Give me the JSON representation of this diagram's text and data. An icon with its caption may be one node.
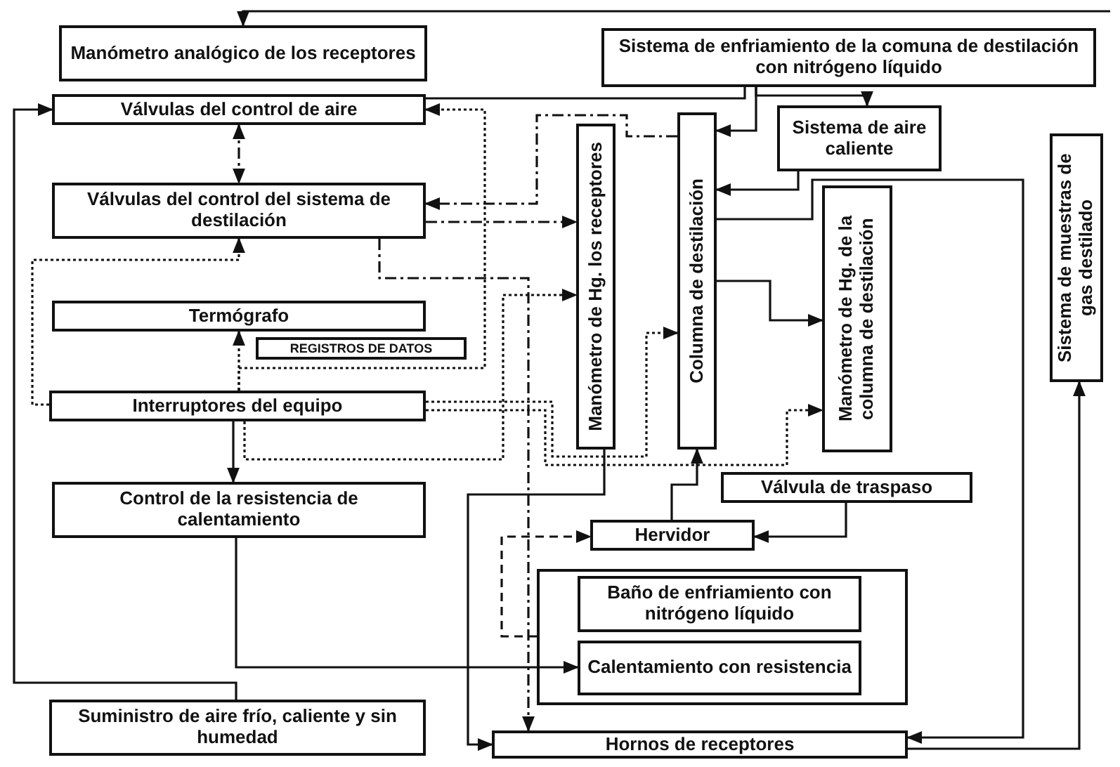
{
  "diagram": {
    "nodes": [
      {
        "text": [
          "Manómetro analógico de los receptores"
        ]
      },
      {
        "text": [
          "Sistema de enfriamiento de la comuna de destilación con nitrógeno líquido"
        ]
      },
      {
        "text": [
          "Válvulas del control de aire"
        ]
      },
      {
        "text": [
          "Sistema de aire caliente"
        ]
      },
      {
        "text": [
          "Válvulas del control del sistema de destilación"
        ]
      },
      {
        "text": [
          "Manómetro de Hg. los receptores"
        ]
      },
      {
        "text": [
          "Columna de destilación"
        ]
      },
      {
        "text": [
          "Manómetro de Hg. de la columna de destilación"
        ]
      },
      {
        "text": [
          "Sistema de muestras de gas destilado"
        ]
      },
      {
        "text": [
          "Termógrafo"
        ]
      },
      {
        "text": [
          "REGISTROS DE DATOS"
        ]
      },
      {
        "text": [
          "Interruptores del equipo"
        ]
      },
      {
        "text": [
          "Control de la resistencia de calentamiento"
        ]
      },
      {
        "text": [
          "Válvula de traspaso"
        ]
      },
      {
        "text": [
          "Hervidor"
        ]
      },
      {
        "text": [],
        "shape": "box"
      },
      {
        "text": [
          "Baño de enfriamiento con nitrógeno líquido"
        ],
        "in": 15
      },
      {
        "text": [
          "Calentamiento con resistencia"
        ],
        "in": 15
      },
      {
        "text": [
          "Suministro de aire frío, caliente y sin humedad"
        ]
      },
      {
        "text": [
          "Hornos de receptores"
        ]
      }
    ],
    "edges": [
      {
        "from": null,
        "to": 0,
        "arrow": "to"
      },
      {
        "from": 2,
        "to": 1,
        "arrow": "none"
      },
      {
        "from": 1,
        "to": 6,
        "arrow": "to"
      },
      {
        "from": 1,
        "to": 3,
        "arrow": "to"
      },
      {
        "from": 3,
        "to": 6,
        "arrow": "to"
      },
      {
        "from": 6,
        "to": 7,
        "arrow": "to"
      },
      {
        "from": 6,
        "to": 19,
        "arrow": "to"
      },
      {
        "from": 19,
        "to": 8,
        "arrow": "to"
      },
      {
        "from": 2,
        "to": 4,
        "arrow": "both",
        "style": "dashed"
      },
      {
        "from": 6,
        "to": 4,
        "arrow": "to",
        "style": "dashed"
      },
      {
        "from": 4,
        "to": 5,
        "arrow": "to",
        "style": "dashed"
      },
      {
        "from": 4,
        "to": 19,
        "arrow": "to",
        "style": "dashed"
      },
      {
        "from": 11,
        "to": 9,
        "arrow": "to",
        "style": "dashed"
      },
      {
        "from": 11,
        "to": 2,
        "arrow": "to",
        "style": "dashed"
      },
      {
        "from": 11,
        "to": 4,
        "arrow": "to",
        "style": "dashed"
      },
      {
        "from": 11,
        "to": 5,
        "arrow": "to",
        "style": "dashed"
      },
      {
        "from": 11,
        "to": 6,
        "arrow": "to",
        "style": "dashed"
      },
      {
        "from": 11,
        "to": 7,
        "arrow": "to",
        "style": "dashed"
      },
      {
        "from": 11,
        "to": 12,
        "arrow": "to"
      },
      {
        "from": 12,
        "to": 17,
        "arrow": "to"
      },
      {
        "from": 5,
        "to": 19,
        "arrow": "to"
      },
      {
        "from": 18,
        "to": 2,
        "arrow": "to"
      },
      {
        "from": 13,
        "to": 14,
        "arrow": "to"
      },
      {
        "from": 14,
        "to": 6,
        "arrow": "to"
      },
      {
        "from": 15,
        "to": 14,
        "arrow": "to",
        "style": "dashed"
      }
    ]
  }
}
